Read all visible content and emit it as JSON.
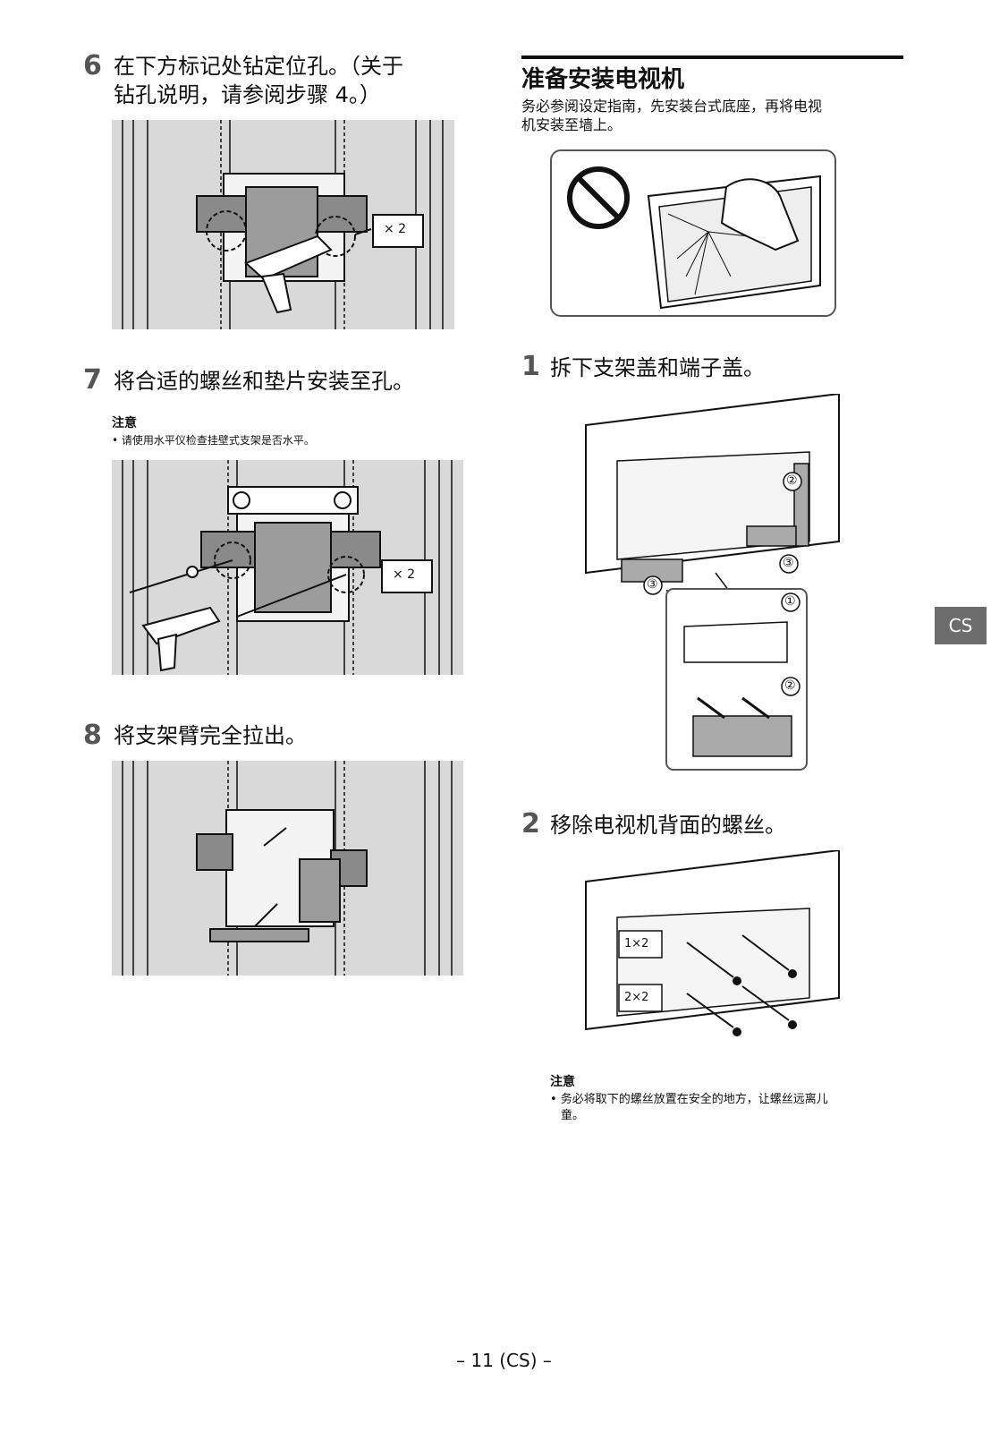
{
  "left": {
    "step6": {
      "num": "6",
      "line1": "在下方标记处钻定位孔。（关于",
      "line2": "钻孔说明，请参阅步骤 4。）",
      "callout": "× 2"
    },
    "step7": {
      "num": "7",
      "text": "将合适的螺丝和垫片安装至孔。",
      "note_title": "注意",
      "note": "• 请使用水平仪检查挂壁式支架是否水平。",
      "callout": "× 2"
    },
    "step8": {
      "num": "8",
      "text": "将支架臂完全拉出。"
    }
  },
  "right": {
    "section_title": "准备安装电视机",
    "intro_line1": "务必参阅设定指南，先安装台式底座，再将电视",
    "intro_line2": "机安装至墙上。",
    "step1": {
      "num": "1",
      "text": "拆下支架盖和端子盖。",
      "labels": [
        "①",
        "②",
        "③"
      ]
    },
    "step2": {
      "num": "2",
      "text": "移除电视机背面的螺丝。",
      "callout1": "1×2",
      "callout2": "2×2"
    },
    "note_title": "注意",
    "note_line1": "• 务必将取下的螺丝放置在安全的地方，让螺丝远离儿",
    "note_line2": "童。"
  },
  "side_tab": "CS",
  "footer": "– 11 (CS) –"
}
